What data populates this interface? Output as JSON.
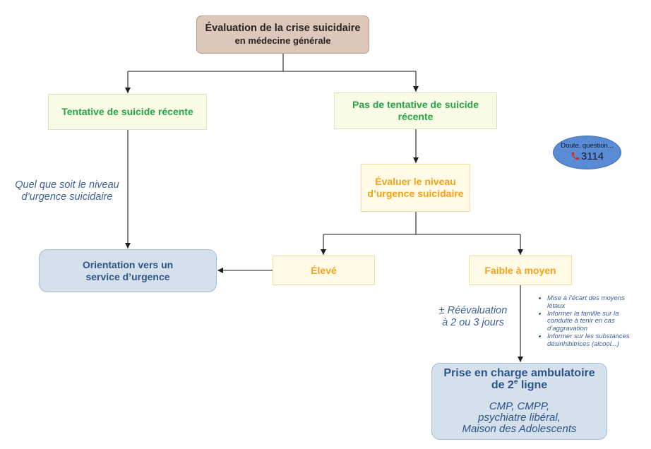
{
  "diagram": {
    "root": {
      "lines": [
        "Évaluation de la crise suicidaire",
        "en médecine générale"
      ]
    },
    "attempt_branch": {
      "label": "Tentative de suicide récente"
    },
    "no_attempt_branch": {
      "lines": [
        "Pas de tentative de suicide",
        "récente"
      ]
    },
    "attempt_note": {
      "lines": [
        "Quel que soit le niveau",
        "d’urgence suicidaire"
      ]
    },
    "evaluate_level": {
      "lines": [
        "Évaluer le niveau",
        "d’urgence suicidaire"
      ]
    },
    "level_high": {
      "label": "Élevé"
    },
    "level_low_moderate": {
      "label": "Faible à moyen"
    },
    "emergency_referral": {
      "lines": [
        "Orientation vers un",
        "service d’urgence"
      ]
    },
    "reassessment_note": {
      "lines": [
        "± Réévaluation",
        "à 2 ou 3 jours"
      ]
    },
    "outpatient_measures": [
      "Mise à l’écart des moyens létaux",
      "Informer la famille sur la conduite à tenir en cas d’aggravation",
      "Informer sur les substances désinhibitrices (alcool...)"
    ],
    "outpatient_care": {
      "title_line1": "Prise en charge ambulatoire",
      "title_line2_start": "de 2",
      "title_line2_sup": "e",
      "title_line2_end": " ligne",
      "services": [
        "CMP, CMPP,",
        "psychiatre libéral,",
        "Maison des Adolescents"
      ]
    },
    "hotline": {
      "caption": "Doute, question...",
      "icon": "phone-icon",
      "number": "3114"
    }
  },
  "colors": {
    "root-fill": "#dcc8ba",
    "root-stroke": "#bb9d8a",
    "root-text": "#2a2320",
    "green-fill": "#f9fbe6",
    "green-stroke": "#d8e7b4",
    "green-text": "#28a546",
    "amber-fill": "#fffbe7",
    "amber-stroke": "#f7db98",
    "amber-text": "#f2a31c",
    "blue-fill": "#d5e0ed",
    "blue-stroke": "#a7bbd5",
    "blue-text": "#2d5488",
    "note-text": "#3d619b",
    "hotline-fill": "#5a8bd5",
    "hotline-stroke": "#3e6cb2",
    "hotline-text": "#0e1a2c",
    "phone-red": "#d7261d",
    "connector": "#1e1e1e"
  }
}
